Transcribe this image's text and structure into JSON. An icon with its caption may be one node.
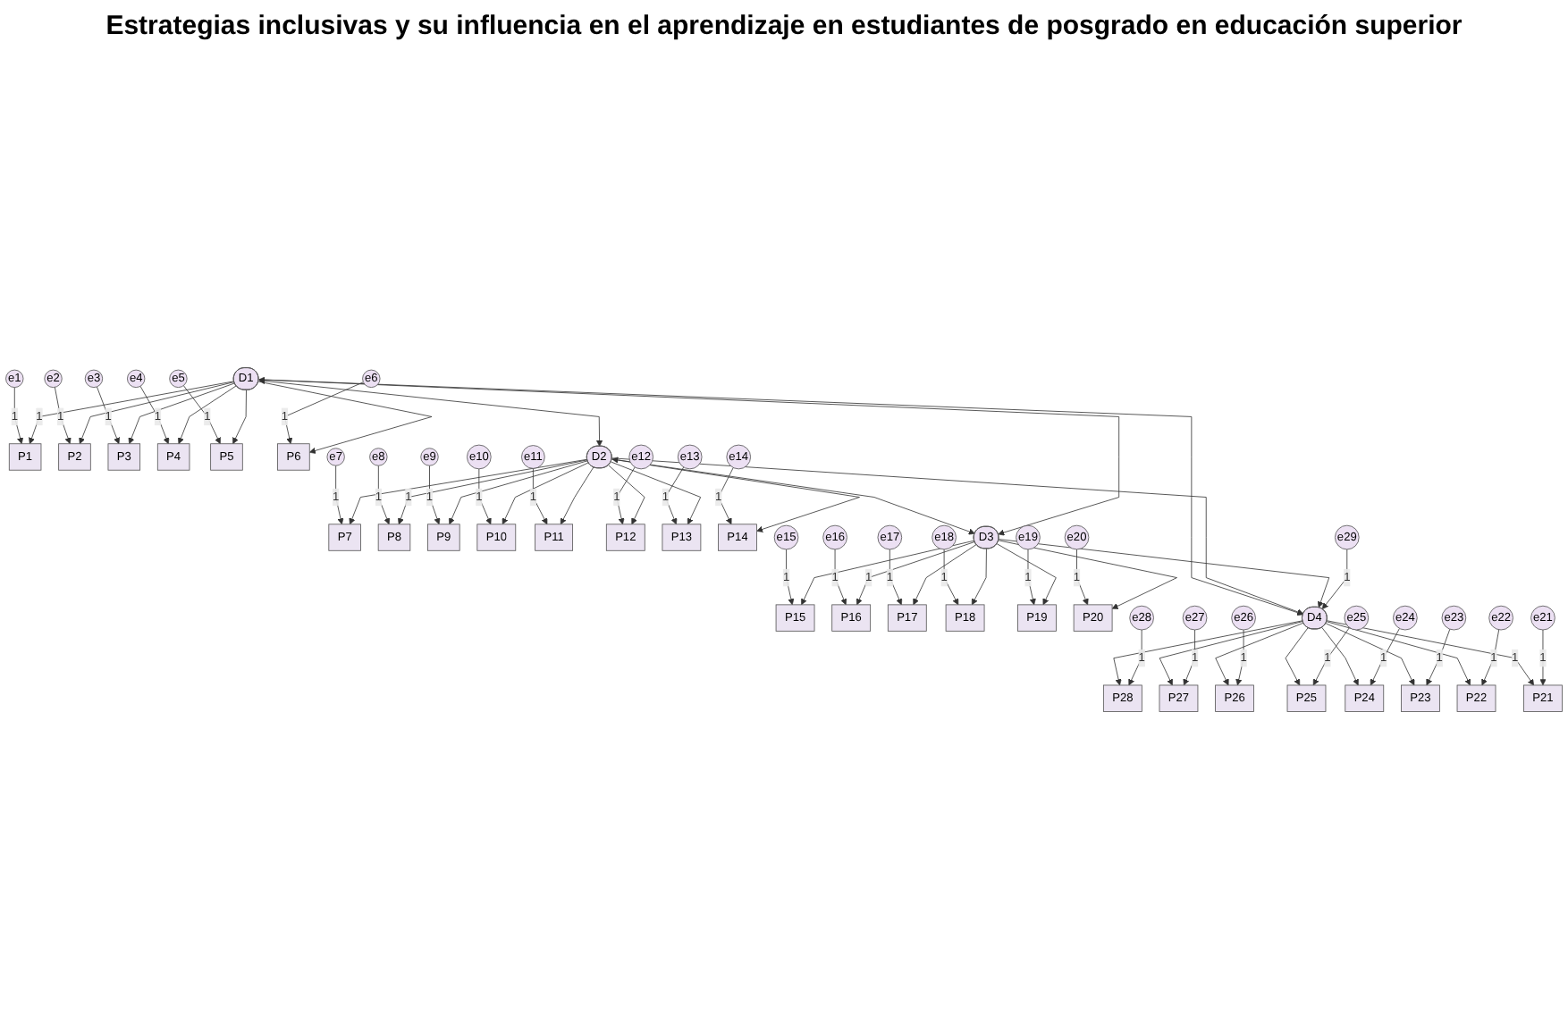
{
  "diagram": {
    "title": "Estrategias inclusivas y su influencia en el aprendizaje en estudiantes de posgrado en educación superior",
    "nodes": [
      {
        "text": [
          "e1"
        ]
      },
      {
        "text": [
          "e2"
        ]
      },
      {
        "text": [
          "e3"
        ]
      },
      {
        "text": [
          "e4"
        ]
      },
      {
        "text": [
          "e5"
        ]
      },
      {
        "text": [
          "e6"
        ]
      },
      {
        "text": [
          "e7"
        ]
      },
      {
        "text": [
          "e8"
        ]
      },
      {
        "text": [
          "e9"
        ]
      },
      {
        "text": [
          "e10"
        ]
      },
      {
        "text": [
          "e11"
        ]
      },
      {
        "text": [
          "e12"
        ]
      },
      {
        "text": [
          "e13"
        ]
      },
      {
        "text": [
          "e14"
        ]
      },
      {
        "text": [
          "e15"
        ]
      },
      {
        "text": [
          "e16"
        ]
      },
      {
        "text": [
          "e17"
        ]
      },
      {
        "text": [
          "e18"
        ]
      },
      {
        "text": [
          "e19"
        ]
      },
      {
        "text": [
          "e20"
        ]
      },
      {
        "text": [
          "P1"
        ]
      },
      {
        "text": [
          "P2"
        ]
      },
      {
        "text": [
          "P3"
        ]
      },
      {
        "text": [
          "P4"
        ]
      },
      {
        "text": [
          "P5"
        ]
      },
      {
        "text": [
          "P6"
        ]
      },
      {
        "text": [
          "P7"
        ]
      },
      {
        "text": [
          "P8"
        ]
      },
      {
        "text": [
          "P9"
        ]
      },
      {
        "text": [
          "P10"
        ]
      },
      {
        "text": [
          "P11"
        ]
      },
      {
        "text": [
          "P12"
        ]
      },
      {
        "text": [
          "P13"
        ]
      },
      {
        "text": [
          "P14"
        ]
      },
      {
        "text": [
          "P15"
        ]
      },
      {
        "text": [
          "P16"
        ]
      },
      {
        "text": [
          "P17"
        ]
      },
      {
        "text": [
          "P18"
        ]
      },
      {
        "text": [
          "P19"
        ]
      },
      {
        "text": [
          "P20"
        ]
      },
      {
        "text": [
          "D1"
        ]
      },
      {
        "text": [
          "D2"
        ]
      },
      {
        "text": [
          "D3"
        ]
      },
      {
        "text": [
          "D4"
        ]
      },
      {
        "text": [
          "e29"
        ]
      },
      {
        "text": [
          "P28"
        ]
      },
      {
        "text": [
          "P27"
        ]
      },
      {
        "text": [
          "P26"
        ]
      },
      {
        "text": [
          "P25"
        ]
      },
      {
        "text": [
          "P24"
        ]
      },
      {
        "text": [
          "P23"
        ]
      },
      {
        "text": [
          "P22"
        ]
      },
      {
        "text": [
          "P21"
        ]
      },
      {
        "text": [
          "e28"
        ]
      },
      {
        "text": [
          "e27"
        ]
      },
      {
        "text": [
          "e26"
        ]
      },
      {
        "text": [
          "e25"
        ]
      },
      {
        "text": [
          "e24"
        ]
      },
      {
        "text": [
          "e23"
        ]
      },
      {
        "text": [
          "e22"
        ]
      },
      {
        "text": [
          "e21"
        ]
      }
    ],
    "edges": [
      {
        "from": 0,
        "to": 20,
        "arrow": "to",
        "label": "1"
      },
      {
        "from": 1,
        "to": 21,
        "arrow": "to",
        "label": "1"
      },
      {
        "from": 2,
        "to": 22,
        "arrow": "to",
        "label": "1"
      },
      {
        "from": 3,
        "to": 23,
        "arrow": "to",
        "label": "1"
      },
      {
        "from": 4,
        "to": 24,
        "arrow": "to",
        "label": "1"
      },
      {
        "from": 5,
        "to": 25,
        "arrow": "to",
        "label": "1"
      },
      {
        "from": 6,
        "to": 26,
        "arrow": "to",
        "label": "1"
      },
      {
        "from": 7,
        "to": 27,
        "arrow": "to",
        "label": "1"
      },
      {
        "from": 8,
        "to": 28,
        "arrow": "to",
        "label": "1"
      },
      {
        "from": 9,
        "to": 29,
        "arrow": "to",
        "label": "1"
      },
      {
        "from": 10,
        "to": 30,
        "arrow": "to",
        "label": "1"
      },
      {
        "from": 11,
        "to": 31,
        "arrow": "to",
        "label": "1"
      },
      {
        "from": 12,
        "to": 32,
        "arrow": "to",
        "label": "1"
      },
      {
        "from": 13,
        "to": 33,
        "arrow": "to",
        "label": "1"
      },
      {
        "from": 14,
        "to": 34,
        "arrow": "to",
        "label": "1"
      },
      {
        "from": 15,
        "to": 35,
        "arrow": "to",
        "label": "1"
      },
      {
        "from": 16,
        "to": 36,
        "arrow": "to",
        "label": "1"
      },
      {
        "from": 17,
        "to": 37,
        "arrow": "to",
        "label": "1"
      },
      {
        "from": 18,
        "to": 38,
        "arrow": "to",
        "label": "1"
      },
      {
        "from": 19,
        "to": 39,
        "arrow": "to",
        "label": "1"
      },
      {
        "from": 40,
        "to": 20,
        "arrow": "to",
        "label": "1"
      },
      {
        "from": 40,
        "to": 21,
        "arrow": "to"
      },
      {
        "from": 40,
        "to": 22,
        "arrow": "to"
      },
      {
        "from": 40,
        "to": 23,
        "arrow": "to"
      },
      {
        "from": 40,
        "to": 24,
        "arrow": "to"
      },
      {
        "from": 40,
        "to": 25,
        "arrow": "to"
      },
      {
        "from": 41,
        "to": 26,
        "arrow": "to"
      },
      {
        "from": 41,
        "to": 27,
        "arrow": "to",
        "label": "1"
      },
      {
        "from": 41,
        "to": 28,
        "arrow": "to"
      },
      {
        "from": 41,
        "to": 29,
        "arrow": "to"
      },
      {
        "from": 41,
        "to": 30,
        "arrow": "to"
      },
      {
        "from": 41,
        "to": 31,
        "arrow": "to"
      },
      {
        "from": 41,
        "to": 32,
        "arrow": "to"
      },
      {
        "from": 41,
        "to": 33,
        "arrow": "to"
      },
      {
        "from": 42,
        "to": 34,
        "arrow": "to"
      },
      {
        "from": 42,
        "to": 35,
        "arrow": "to",
        "label": "1"
      },
      {
        "from": 42,
        "to": 36,
        "arrow": "to"
      },
      {
        "from": 42,
        "to": 37,
        "arrow": "to"
      },
      {
        "from": 42,
        "to": 38,
        "arrow": "to"
      },
      {
        "from": 42,
        "to": 39,
        "arrow": "to"
      },
      {
        "from": 40,
        "to": 41,
        "arrow": "both"
      },
      {
        "from": 41,
        "to": 42,
        "arrow": "both"
      },
      {
        "from": 40,
        "to": 42,
        "arrow": "both"
      },
      {
        "from": 40,
        "to": 43,
        "arrow": "to"
      },
      {
        "from": 41,
        "to": 43,
        "arrow": "to"
      },
      {
        "from": 42,
        "to": 43,
        "arrow": "to"
      },
      {
        "from": 44,
        "to": 43,
        "arrow": "to",
        "label": "1"
      },
      {
        "from": 43,
        "to": 45,
        "arrow": "to"
      },
      {
        "from": 43,
        "to": 46,
        "arrow": "to"
      },
      {
        "from": 43,
        "to": 47,
        "arrow": "to"
      },
      {
        "from": 43,
        "to": 48,
        "arrow": "to"
      },
      {
        "from": 43,
        "to": 49,
        "arrow": "to"
      },
      {
        "from": 43,
        "to": 50,
        "arrow": "to"
      },
      {
        "from": 43,
        "to": 51,
        "arrow": "to"
      },
      {
        "from": 43,
        "to": 52,
        "arrow": "to",
        "label": "1"
      },
      {
        "from": 53,
        "to": 45,
        "arrow": "to",
        "label": "1"
      },
      {
        "from": 54,
        "to": 46,
        "arrow": "to",
        "label": "1"
      },
      {
        "from": 55,
        "to": 47,
        "arrow": "to",
        "label": "1"
      },
      {
        "from": 56,
        "to": 48,
        "arrow": "to",
        "label": "1"
      },
      {
        "from": 57,
        "to": 49,
        "arrow": "to",
        "label": "1"
      },
      {
        "from": 58,
        "to": 50,
        "arrow": "to",
        "label": "1"
      },
      {
        "from": 59,
        "to": 51,
        "arrow": "to",
        "label": "1"
      },
      {
        "from": 60,
        "to": 52,
        "arrow": "to",
        "label": "1"
      }
    ]
  }
}
